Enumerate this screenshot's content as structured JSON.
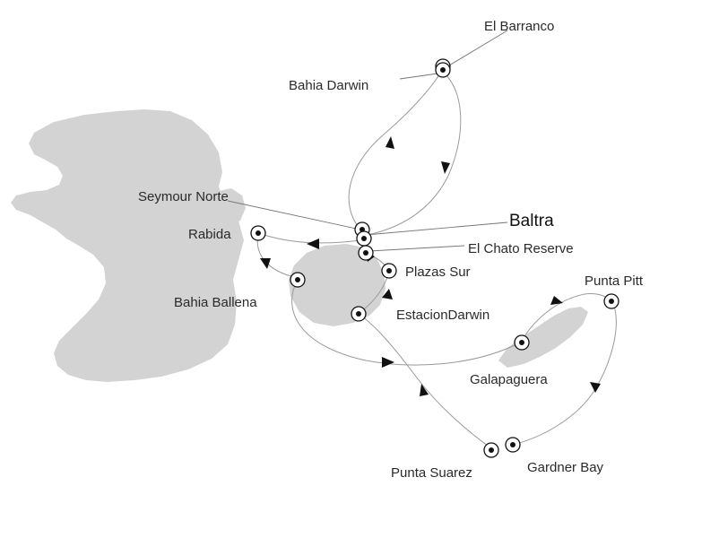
{
  "map": {
    "ports": [
      {
        "id": "el-barranco",
        "label": "El Barranco"
      },
      {
        "id": "bahia-darwin",
        "label": "Bahia Darwin"
      },
      {
        "id": "seymour-norte",
        "label": "Seymour Norte"
      },
      {
        "id": "baltra",
        "label": "Baltra"
      },
      {
        "id": "el-chato-reserve",
        "label": "El Chato Reserve"
      },
      {
        "id": "rabida",
        "label": "Rabida"
      },
      {
        "id": "plazas-sur",
        "label": "Plazas Sur"
      },
      {
        "id": "bahia-ballena",
        "label": "Bahia Ballena"
      },
      {
        "id": "estacion-darwin",
        "label": "EstacionDarwin"
      },
      {
        "id": "punta-pitt",
        "label": "Punta Pitt"
      },
      {
        "id": "galapaguera",
        "label": "Galapaguera"
      },
      {
        "id": "punta-suarez",
        "label": "Punta Suarez"
      },
      {
        "id": "gardner-bay",
        "label": "Gardner Bay"
      }
    ],
    "colors": {
      "land": "#d3d3d3",
      "route": "#9a9a9a",
      "marker": "#111111",
      "text": "#2a2a2a"
    }
  }
}
